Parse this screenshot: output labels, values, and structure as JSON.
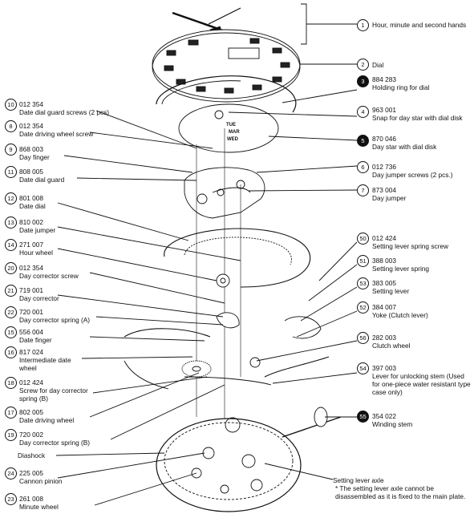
{
  "parts": [
    {
      "id": "1",
      "name": "Hour, minute and second hands"
    },
    {
      "id": "2",
      "name": "Dial"
    },
    {
      "id": "3",
      "code": "884 283",
      "name": "Holding ring for dial"
    },
    {
      "id": "4",
      "code": "963 001",
      "name": "Snap for day star with dial disk"
    },
    {
      "id": "5",
      "code": "870 046",
      "name": "Day star with dial disk"
    },
    {
      "id": "6",
      "code": "012 736",
      "name": "Day jumper screws (2 pcs.)"
    },
    {
      "id": "7",
      "code": "873 004",
      "name": "Day jumper"
    },
    {
      "id": "10",
      "code": "012 354",
      "name": "Date dial guard screws (2 pcs)"
    },
    {
      "id": "8",
      "code": "012 354",
      "name": "Date driving wheel screw"
    },
    {
      "id": "9",
      "code": "868 003",
      "name": "Day finger"
    },
    {
      "id": "11",
      "code": "808 005",
      "name": "Date dial guard"
    },
    {
      "id": "12",
      "code": "801 008",
      "name": "Date dial"
    },
    {
      "id": "13",
      "code": "810 002",
      "name": "Date jumper"
    },
    {
      "id": "14",
      "code": "271 007",
      "name": "Hour wheel"
    },
    {
      "id": "20",
      "code": "012 354",
      "name": "Day corrector screw"
    },
    {
      "id": "21",
      "code": "719 001",
      "name": "Day corrector"
    },
    {
      "id": "22",
      "code": "720 001",
      "name": "Day corrector spring (A)"
    },
    {
      "id": "15",
      "code": "556 004",
      "name": "Date finger"
    },
    {
      "id": "16",
      "code": "817 024",
      "name": "Intermediate date wheel"
    },
    {
      "id": "18",
      "code": "012 424",
      "name": "Screw for day corrector spring (B)"
    },
    {
      "id": "17",
      "code": "802 005",
      "name": "Date driving wheel"
    },
    {
      "id": "19",
      "code": "720 002",
      "name": "Day corrector spring (B)"
    },
    {
      "id": "24",
      "code": "225 005",
      "name": "Cannon pinion"
    },
    {
      "id": "23",
      "code": "261 008",
      "name": "Minute wheel"
    },
    {
      "id": "50",
      "code": "012 424",
      "name": "Setting lever spring screw"
    },
    {
      "id": "51",
      "code": "388 003",
      "name": "Setting lever spring"
    },
    {
      "id": "53",
      "code": "383 005",
      "name": "Setting lever"
    },
    {
      "id": "52",
      "code": "384 007",
      "name": "Yoke (Clutch lever)"
    },
    {
      "id": "56",
      "code": "282 003",
      "name": "Clutch wheel"
    },
    {
      "id": "54",
      "code": "397 003",
      "name": "Lever for unlocking stem (Used for one-piece water resistant type case only)"
    },
    {
      "id": "55",
      "code": "354 022",
      "name": "Winding stem"
    }
  ],
  "labels": {
    "diashock": "Diashock",
    "setting_lever_axle": "Setting lever axle",
    "axle_note": "* The setting lever axle cannot be disassembled as it is fixed to the main plate."
  },
  "dial_text": {
    "day": "TUE",
    "month": "MAR",
    "weekday": "WED"
  }
}
